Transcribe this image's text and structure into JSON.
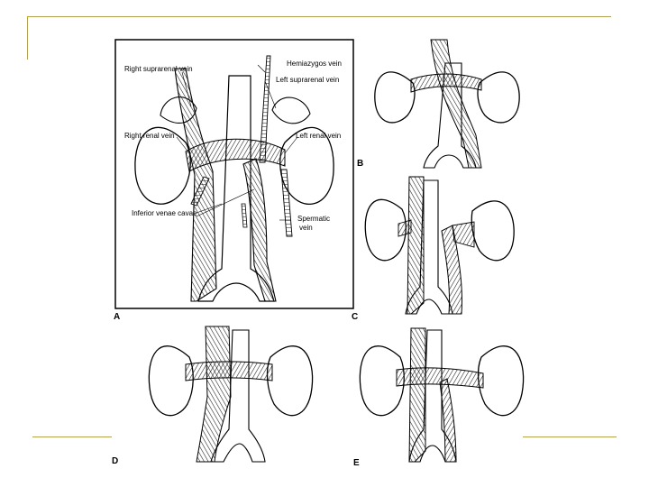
{
  "slide": {
    "rule_color": "#c8a800"
  },
  "panels": {
    "a": {
      "letter": "A",
      "labels": {
        "right_suprarenal_vein": "Right suprarenal vein",
        "hemiazygos_vein": "Hemiazygos vein",
        "left_suprarenal_vein": "Left suprarenal vein",
        "right_renal_vein": "Right renal vein",
        "left_renal_vein": "Left renal vein",
        "inferior_venae_cavae": "Inferior venae cavae",
        "spermatic_vein_line1": "Spermatic",
        "spermatic_vein_line2": "vein"
      }
    },
    "b": {
      "letter": "B"
    },
    "c": {
      "letter": "C"
    },
    "d": {
      "letter": "D"
    },
    "e": {
      "letter": "E"
    }
  }
}
